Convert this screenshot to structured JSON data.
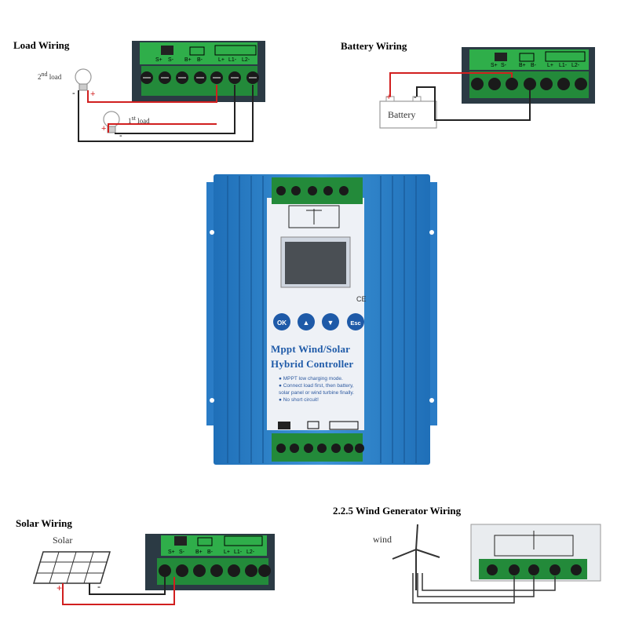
{
  "sections": {
    "load": {
      "title": "Load Wiring",
      "load2_label": "2",
      "load2_sup": "nd",
      "load2_suffix": " load",
      "load1_label": "1",
      "load1_sup": "st",
      "load1_suffix": " load",
      "minus": "-",
      "plus": "+"
    },
    "battery": {
      "title": "Battery Wiring",
      "device_label": "Battery",
      "plus": "+",
      "minus": "-"
    },
    "solar": {
      "title": "Solar Wiring",
      "device_label": "Solar",
      "plus": "+",
      "minus": "-"
    },
    "wind": {
      "title": "2.2.5 Wind Generator Wiring",
      "device_label": "wind"
    }
  },
  "terminal_labels": [
    "S+",
    "S-",
    "B+",
    "B-",
    "L+",
    "L1-",
    "L2-"
  ],
  "controller": {
    "buttons": [
      "OK",
      "▲",
      "▼",
      "Esc"
    ],
    "ce_mark": "CE",
    "name_line1": "Mppt Wind/Solar",
    "name_line2": "Hybrid Controller",
    "notes": [
      "● MPPT low charging mode.",
      "● Connect load first, then battery,",
      "   solar panel or wind turbine finally.",
      "● No short circuit!"
    ]
  },
  "colors": {
    "terminal_green": "#2fae4a",
    "case_blue": "#2d7fc4",
    "wire_red": "#d11f1f",
    "wire_black": "#222222",
    "brand_blue": "#1e5aa8"
  }
}
